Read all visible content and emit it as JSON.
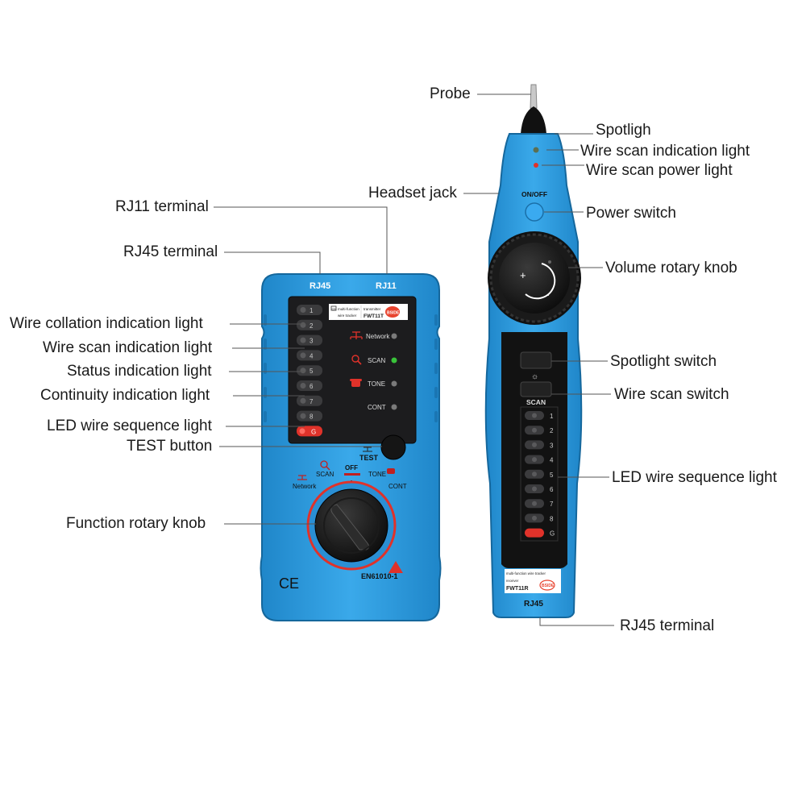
{
  "callouts_left": {
    "rj11_terminal": "RJ11 terminal",
    "rj45_terminal": "RJ45 terminal",
    "wire_collation_light": "Wire collation indication light",
    "wire_scan_light": "Wire scan indication light",
    "status_light": "Status indication light",
    "continuity_light": "Continuity indication light",
    "led_sequence_light": "LED wire sequence light",
    "test_button": "TEST button",
    "function_knob": "Function rotary knob"
  },
  "callouts_right": {
    "probe": "Probe",
    "headset_jack": "Headset jack",
    "spotlight": "Spotligh",
    "wire_scan_light": "Wire scan indication light",
    "wire_scan_power_light": "Wire scan power light",
    "power_switch": "Power switch",
    "volume_knob": "Volume rotary knob",
    "spotlight_switch": "Spotlight switch",
    "wire_scan_switch": "Wire scan switch",
    "led_sequence_light": "LED wire sequence light",
    "rj45_terminal": "RJ45 terminal"
  },
  "transmitter": {
    "rj45": "RJ45",
    "rj11": "RJ11",
    "leds": [
      "1",
      "2",
      "3",
      "4",
      "5",
      "6",
      "7",
      "8",
      "G"
    ],
    "ce_text": "CE",
    "label_line1": "multi-function",
    "label_line2": "wire tracker",
    "label_type": "transmitter",
    "model": "FWT11T",
    "brand": "BSIDE",
    "network": "Network",
    "scan": "SCAN",
    "tone": "TONE",
    "cont": "CONT",
    "test": "TEST",
    "off": "OFF",
    "ce_mark": "CE",
    "standard": "EN61010-1",
    "accent": "#2a9de0",
    "led_active": "#39c33a",
    "led_red": "#e0322a"
  },
  "receiver": {
    "onoff": "ON/OFF",
    "scan": "SCAN",
    "leds": [
      "1",
      "2",
      "3",
      "4",
      "5",
      "6",
      "7",
      "8",
      "G"
    ],
    "label_line1": "multi-function  wire tracker",
    "label_type": "receiver",
    "model": "FWT11R",
    "brand": "BSIDE",
    "rj45": "RJ45"
  }
}
